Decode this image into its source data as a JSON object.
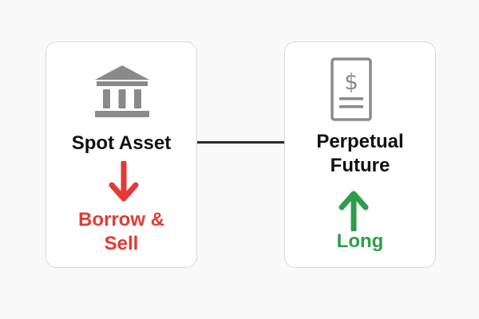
{
  "colors": {
    "background": "#f9f9f9",
    "card_border": "#d9d9d9",
    "icon_gray": "#8a8a8a",
    "connector": "#2b2b2b",
    "short_red": "#e53935",
    "long_green": "#2e9d4b"
  },
  "left_node": {
    "icon": "bank-icon",
    "title": "Spot Asset",
    "arrow": "arrow-down-icon",
    "action_line1": "Borrow &",
    "action_line2": "Sell"
  },
  "right_node": {
    "icon": "document-dollar-icon",
    "title_line1": "Perpetual",
    "title_line2": "Future",
    "arrow": "arrow-up-icon",
    "action": "Long"
  }
}
